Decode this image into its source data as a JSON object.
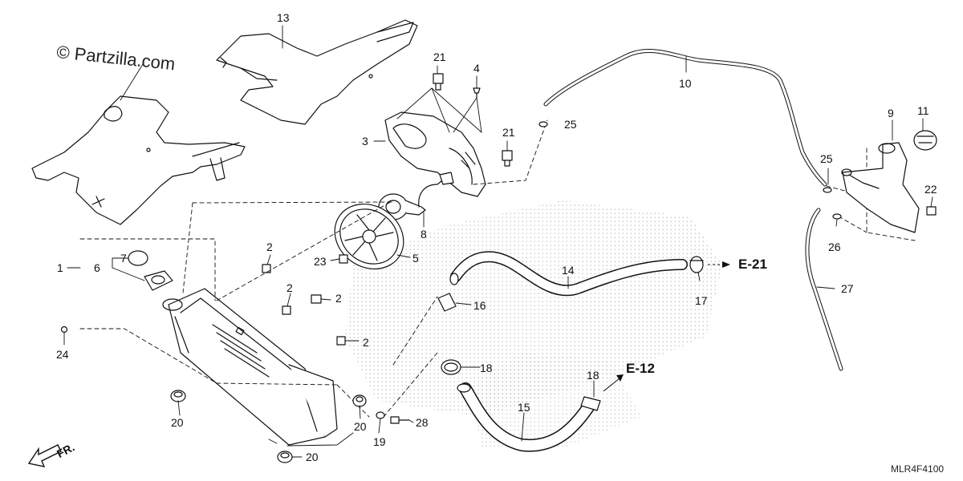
{
  "watermark": "© Partzilla.com",
  "diagram_code": "MLR4F4100",
  "front_marker": "FR.",
  "references": {
    "e21": "E-21",
    "e12": "E-12"
  },
  "callouts": [
    {
      "id": "c13",
      "label": "13"
    },
    {
      "id": "c21a",
      "label": "21"
    },
    {
      "id": "c4",
      "label": "4"
    },
    {
      "id": "c3",
      "label": "3"
    },
    {
      "id": "c21b",
      "label": "21"
    },
    {
      "id": "c25a",
      "label": "25"
    },
    {
      "id": "c10",
      "label": "10"
    },
    {
      "id": "c9",
      "label": "9"
    },
    {
      "id": "c11",
      "label": "11"
    },
    {
      "id": "c25b",
      "label": "25"
    },
    {
      "id": "c22",
      "label": "22"
    },
    {
      "id": "c26",
      "label": "26"
    },
    {
      "id": "c27",
      "label": "27"
    },
    {
      "id": "c8",
      "label": "8"
    },
    {
      "id": "c5",
      "label": "5"
    },
    {
      "id": "c23",
      "label": "23"
    },
    {
      "id": "c2a",
      "label": "2"
    },
    {
      "id": "c2b",
      "label": "2"
    },
    {
      "id": "c2c",
      "label": "2"
    },
    {
      "id": "c2d",
      "label": "2"
    },
    {
      "id": "c1",
      "label": "1"
    },
    {
      "id": "c6",
      "label": "6"
    },
    {
      "id": "c7",
      "label": "7"
    },
    {
      "id": "c24",
      "label": "24"
    },
    {
      "id": "c14",
      "label": "14"
    },
    {
      "id": "c16",
      "label": "16"
    },
    {
      "id": "c17",
      "label": "17"
    },
    {
      "id": "c18a",
      "label": "18"
    },
    {
      "id": "c18b",
      "label": "18"
    },
    {
      "id": "c15",
      "label": "15"
    },
    {
      "id": "c20a",
      "label": "20"
    },
    {
      "id": "c20b",
      "label": "20"
    },
    {
      "id": "c20c",
      "label": "20"
    },
    {
      "id": "c19",
      "label": "19"
    },
    {
      "id": "c28",
      "label": "28"
    }
  ]
}
